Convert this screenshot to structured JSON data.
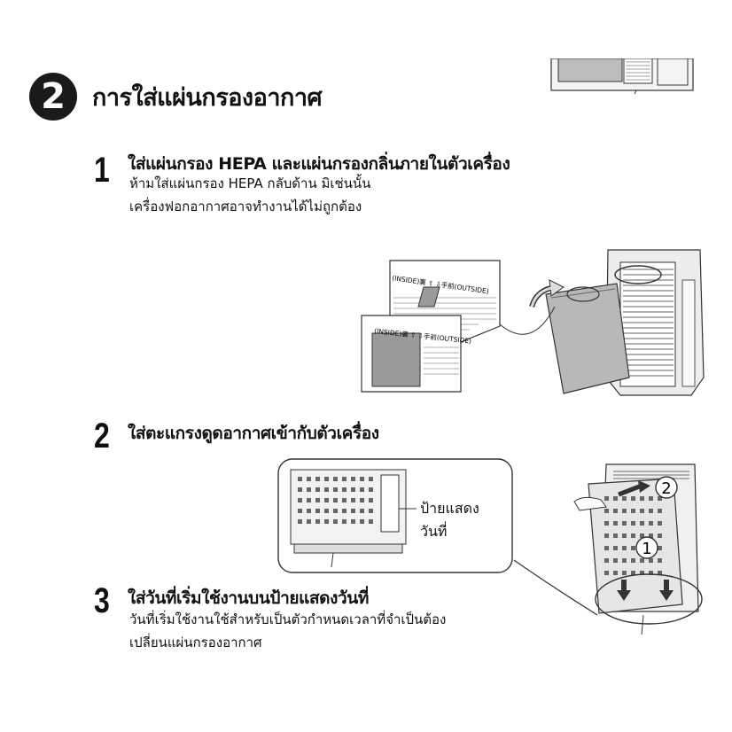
{
  "section": {
    "number": "2",
    "title": "การใส่แผ่นกรองอากาศ"
  },
  "steps": [
    {
      "number": "1",
      "heading": "ใส่แผ่นกรอง HEPA และแผ่นกรองกลิ่นภายในตัวเครื่อง",
      "body": [
        "ห้ามใส่แผ่นกรอง HEPA กลับด้าน มิเช่นนั้น",
        "เครื่องฟอกอากาศอาจทำงานได้ไม่ถูกต้อง"
      ]
    },
    {
      "number": "2",
      "heading": "ใส่ตะแกรงดูดอากาศเข้ากับตัวเครื่อง",
      "body": []
    },
    {
      "number": "3",
      "heading": "ใส่วันที่เริ่มใช้งานบนป้ายแสดงวันที่",
      "body": [
        "วันที่เริ่มใช้งานใช้สำหรับเป็นตัวกำหนดเวลาที่จำเป็นต้อง",
        "เปลี่ยนแผ่นกรองอากาศ"
      ]
    }
  ],
  "illustration": {
    "filter_label_upper": "(INSIDE)裏 ⇧ ⇩手前(OUTSIDE)",
    "filter_label_lower": "(INSIDE)裏 ⇧ ⇩手前(OUTSIDE)",
    "date_tag_label": [
      "ป้ายแสดง",
      "วันที่"
    ],
    "callout_1": "1",
    "callout_2": "2"
  }
}
